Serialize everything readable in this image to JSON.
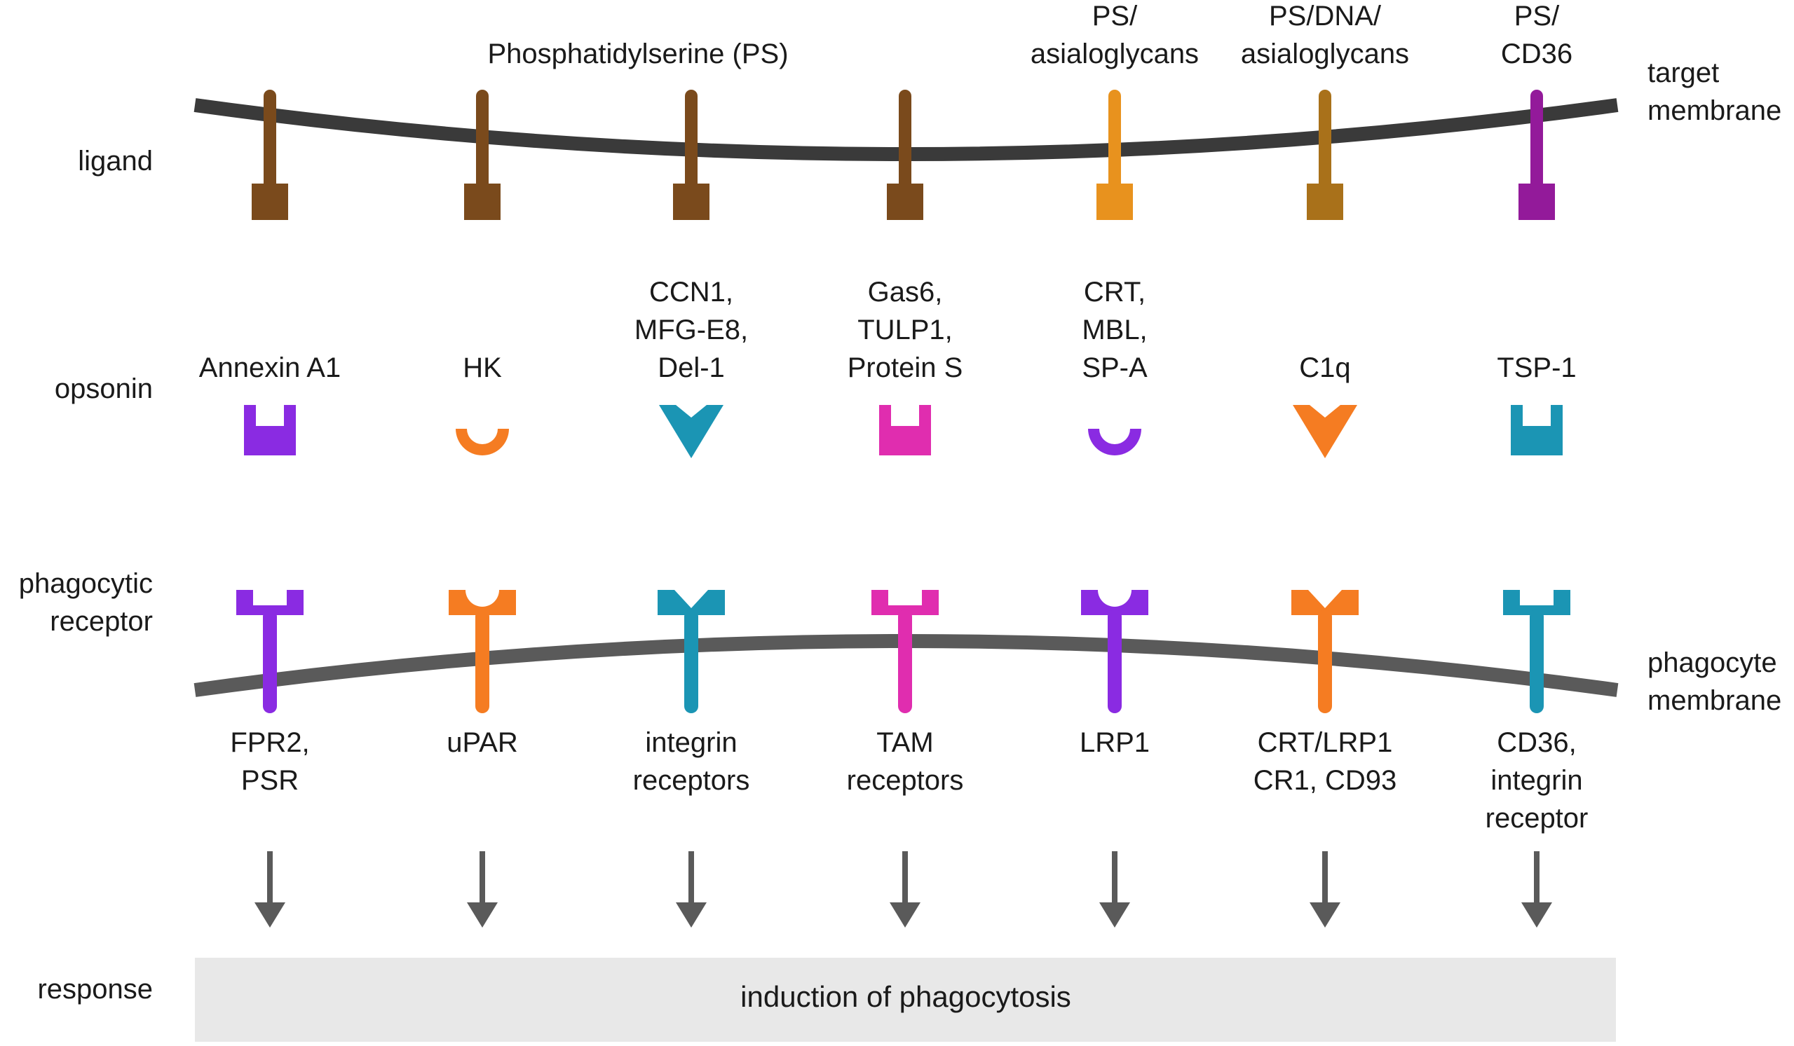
{
  "rows": {
    "ligand": "ligand",
    "opsonin": "opsonin",
    "receptor": [
      "phagocytic",
      "receptor"
    ],
    "response": "response"
  },
  "membranes": {
    "target": [
      "target",
      "membrane"
    ],
    "phagocyte": [
      "phagocyte",
      "membrane"
    ]
  },
  "ligand_header": "Phosphatidylserine (PS)",
  "response_text": "induction of phagocytosis",
  "colors": {
    "membrane_target": "#3a3a3a",
    "membrane_phagocyte": "#5a5a5a",
    "arrow": "#5a5a5a",
    "response_box": "#e8e8e8",
    "brown": "#7a4a1c",
    "light_orange": "#e8921e",
    "olive_brown": "#a9711a",
    "magenta_purple": "#931a9a",
    "purple": "#8a2be2",
    "orange": "#f57c22",
    "teal": "#1b95b4",
    "pink": "#e02daf"
  },
  "columns": [
    {
      "ligand_label": [],
      "ligand_color": "#7a4a1c",
      "opsonin_label": [
        "Annexin A1"
      ],
      "opsonin_shape": "square-cup",
      "opsonin_color": "#8a2be2",
      "receptor_shape": "square-cup",
      "receptor_color": "#8a2be2",
      "receptor_label": [
        "FPR2,",
        "PSR"
      ]
    },
    {
      "ligand_label": [],
      "ligand_color": "#7a4a1c",
      "opsonin_label": [
        "HK"
      ],
      "opsonin_shape": "round-cup",
      "opsonin_color": "#f57c22",
      "receptor_shape": "round-cup",
      "receptor_color": "#f57c22",
      "receptor_label": [
        "uPAR"
      ]
    },
    {
      "ligand_label": [],
      "ligand_color": "#7a4a1c",
      "opsonin_label": [
        "CCN1,",
        "MFG-E8,",
        "Del-1"
      ],
      "opsonin_shape": "v-cup",
      "opsonin_color": "#1b95b4",
      "receptor_shape": "v-cup",
      "receptor_color": "#1b95b4",
      "receptor_label": [
        "integrin",
        "receptors"
      ]
    },
    {
      "ligand_label": [],
      "ligand_color": "#7a4a1c",
      "opsonin_label": [
        "Gas6,",
        "TULP1,",
        "Protein S"
      ],
      "opsonin_shape": "square-cup",
      "opsonin_color": "#e02daf",
      "receptor_shape": "square-cup",
      "receptor_color": "#e02daf",
      "receptor_label": [
        "TAM",
        "receptors"
      ]
    },
    {
      "ligand_label": [
        "PS/",
        "asialoglycans"
      ],
      "ligand_color": "#e8921e",
      "opsonin_label": [
        "CRT,",
        "MBL,",
        "SP-A"
      ],
      "opsonin_shape": "round-cup",
      "opsonin_color": "#8a2be2",
      "receptor_shape": "round-cup",
      "receptor_color": "#8a2be2",
      "receptor_label": [
        "LRP1"
      ]
    },
    {
      "ligand_label": [
        "PS/DNA/",
        "asialoglycans"
      ],
      "ligand_color": "#a9711a",
      "opsonin_label": [
        "C1q"
      ],
      "opsonin_shape": "v-cup",
      "opsonin_color": "#f57c22",
      "receptor_shape": "v-cup",
      "receptor_color": "#f57c22",
      "receptor_label": [
        "CRT/LRP1",
        "CR1, CD93"
      ]
    },
    {
      "ligand_label": [
        "PS/",
        "CD36"
      ],
      "ligand_color": "#931a9a",
      "opsonin_label": [
        "TSP-1"
      ],
      "opsonin_shape": "square-cup",
      "opsonin_color": "#1b95b4",
      "receptor_shape": "square-cup",
      "receptor_color": "#1b95b4",
      "receptor_label": [
        "CD36,",
        "integrin",
        "receptor"
      ]
    }
  ]
}
